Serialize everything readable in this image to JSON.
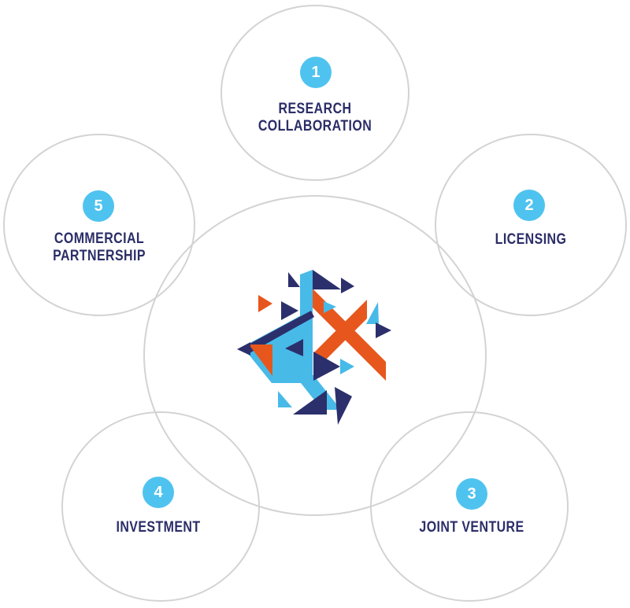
{
  "nodes": [
    {
      "id": "research-collaboration",
      "number": "1",
      "lines": [
        "RESEARCH",
        "COLLABORATION"
      ]
    },
    {
      "id": "licensing",
      "number": "2",
      "lines": [
        "LICENSING"
      ]
    },
    {
      "id": "joint-venture",
      "number": "3",
      "lines": [
        "JOINT VENTURE"
      ]
    },
    {
      "id": "investment",
      "number": "4",
      "lines": [
        "INVESTMENT"
      ]
    },
    {
      "id": "commercial-partnership",
      "number": "5",
      "lines": [
        "COMMERCIAL",
        "PARTNERSHIP"
      ]
    }
  ],
  "logo": {
    "icon": "dx-triangle-logo"
  },
  "colors": {
    "badge-blue": "#4fc3ef",
    "text-navy": "#2b2d68",
    "logo-navy": "#2b2f6b",
    "logo-orange": "#e7571d",
    "logo-blue": "#47bae8",
    "circle-gray": "#d3d3d3"
  }
}
